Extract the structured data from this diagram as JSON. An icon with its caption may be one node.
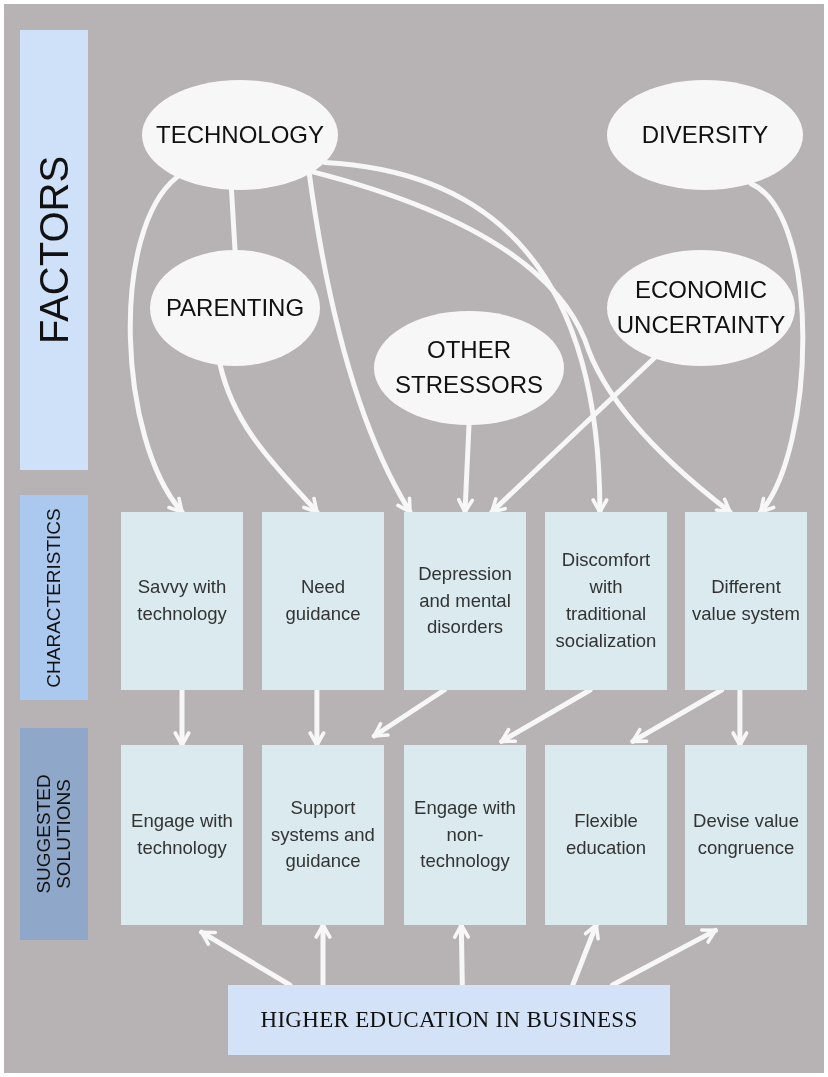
{
  "diagram": {
    "nodes": [
      {
        "text": [
          "FACTORS"
        ]
      },
      {
        "text": [
          "TECHNOLOGY"
        ]
      },
      {
        "text": [
          "DIVERSITY"
        ]
      },
      {
        "text": [
          "PARENTING"
        ]
      },
      {
        "text": [
          "ECONOMIC UNCERTAINTY"
        ]
      },
      {
        "text": [
          "OTHER STRESSORS"
        ]
      },
      {
        "text": [
          "CHARACTERISTICS"
        ]
      },
      {
        "text": [
          "Savvy with technology"
        ]
      },
      {
        "text": [
          "Need guidance"
        ]
      },
      {
        "text": [
          "Depression and mental disorders"
        ]
      },
      {
        "text": [
          "Discomfort with traditional socialization"
        ]
      },
      {
        "text": [
          "Different value system"
        ]
      },
      {
        "text": [
          "SUGGESTED SOLUTIONS"
        ]
      },
      {
        "text": [
          "Engage with technology"
        ]
      },
      {
        "text": [
          "Support systems and guidance"
        ]
      },
      {
        "text": [
          "Engage with non-technology"
        ]
      },
      {
        "text": [
          "Flexible education"
        ]
      },
      {
        "text": [
          "Devise value congruence"
        ]
      },
      {
        "text": [
          "HIGHER EDUCATION IN BUSINESS"
        ]
      }
    ],
    "edges": [
      {
        "from": 1,
        "to": 7,
        "arrow": "to"
      },
      {
        "from": 1,
        "to": 3,
        "arrow": "none"
      },
      {
        "from": 3,
        "to": 8,
        "arrow": "to"
      },
      {
        "from": 1,
        "to": 9,
        "arrow": "to"
      },
      {
        "from": 1,
        "to": 10,
        "arrow": "to"
      },
      {
        "from": 1,
        "to": 11,
        "arrow": "to"
      },
      {
        "from": 2,
        "to": 11,
        "arrow": "to"
      },
      {
        "from": 5,
        "to": 9,
        "arrow": "to"
      },
      {
        "from": 4,
        "to": 9,
        "arrow": "to"
      },
      {
        "from": 7,
        "to": 13,
        "arrow": "to"
      },
      {
        "from": 8,
        "to": 14,
        "arrow": "to"
      },
      {
        "from": 9,
        "to": 14,
        "arrow": "to"
      },
      {
        "from": 10,
        "to": 15,
        "arrow": "to"
      },
      {
        "from": 11,
        "to": 16,
        "arrow": "to"
      },
      {
        "from": 11,
        "to": 17,
        "arrow": "to"
      },
      {
        "from": 18,
        "to": 13,
        "arrow": "to"
      },
      {
        "from": 18,
        "to": 14,
        "arrow": "to"
      },
      {
        "from": 18,
        "to": 15,
        "arrow": "to"
      },
      {
        "from": 18,
        "to": 16,
        "arrow": "to"
      },
      {
        "from": 18,
        "to": 17,
        "arrow": "to"
      }
    ]
  }
}
